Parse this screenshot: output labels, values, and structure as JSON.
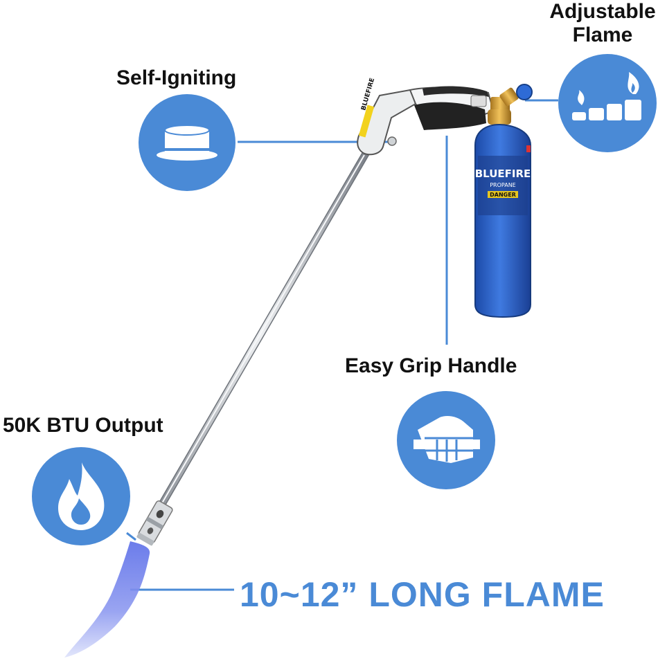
{
  "features": {
    "self_igniting": "Self-Igniting",
    "adjustable_flame_line1": "Adjustable",
    "adjustable_flame_line2": "Flame",
    "easy_grip": "Easy Grip Handle",
    "btu_output": "50K BTU Output"
  },
  "headline": "10~12” LONG FLAME",
  "product": {
    "brand": "BLUEFIRE",
    "canister_brand": "BLUEFIRE",
    "canister_sub": "PROPANE",
    "danger": "DANGER"
  },
  "colors": {
    "accent": "#4a8ad6",
    "canister": "#2f63c9",
    "text": "#111111"
  },
  "icons": [
    "lighter-button-icon",
    "flame-levels-icon",
    "hand-grip-icon",
    "flame-icon"
  ]
}
